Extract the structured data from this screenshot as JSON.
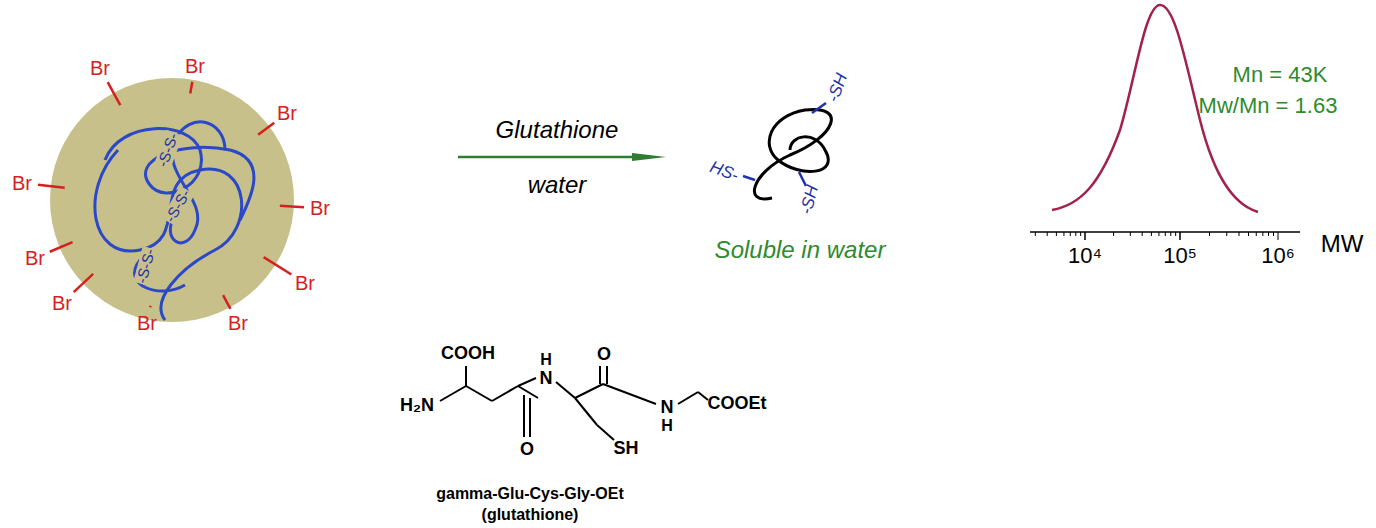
{
  "diagram": {
    "nodes": [
      {
        "text": [
          "-S-S-",
          "-S-S-",
          "-S-S-"
        ]
      }
    ],
    "labels": [
      "Br",
      "Br",
      "Br",
      "Br",
      "Br",
      "Br",
      "Br",
      "Br",
      "Br",
      "Br",
      "Glutathione",
      "water",
      "-SH",
      "HS-",
      "-SH",
      "Soluble in water",
      "Mn = 43K",
      "Mw/Mn = 1.63",
      "10⁴",
      "10⁵",
      "10⁶",
      "MW",
      "COOH",
      "H₂N",
      "H",
      "N",
      "O",
      "N",
      "H",
      "COOEt",
      "O",
      "SH",
      "gamma-Glu-Cys-Gly-OEt",
      "(glutathione)"
    ]
  }
}
